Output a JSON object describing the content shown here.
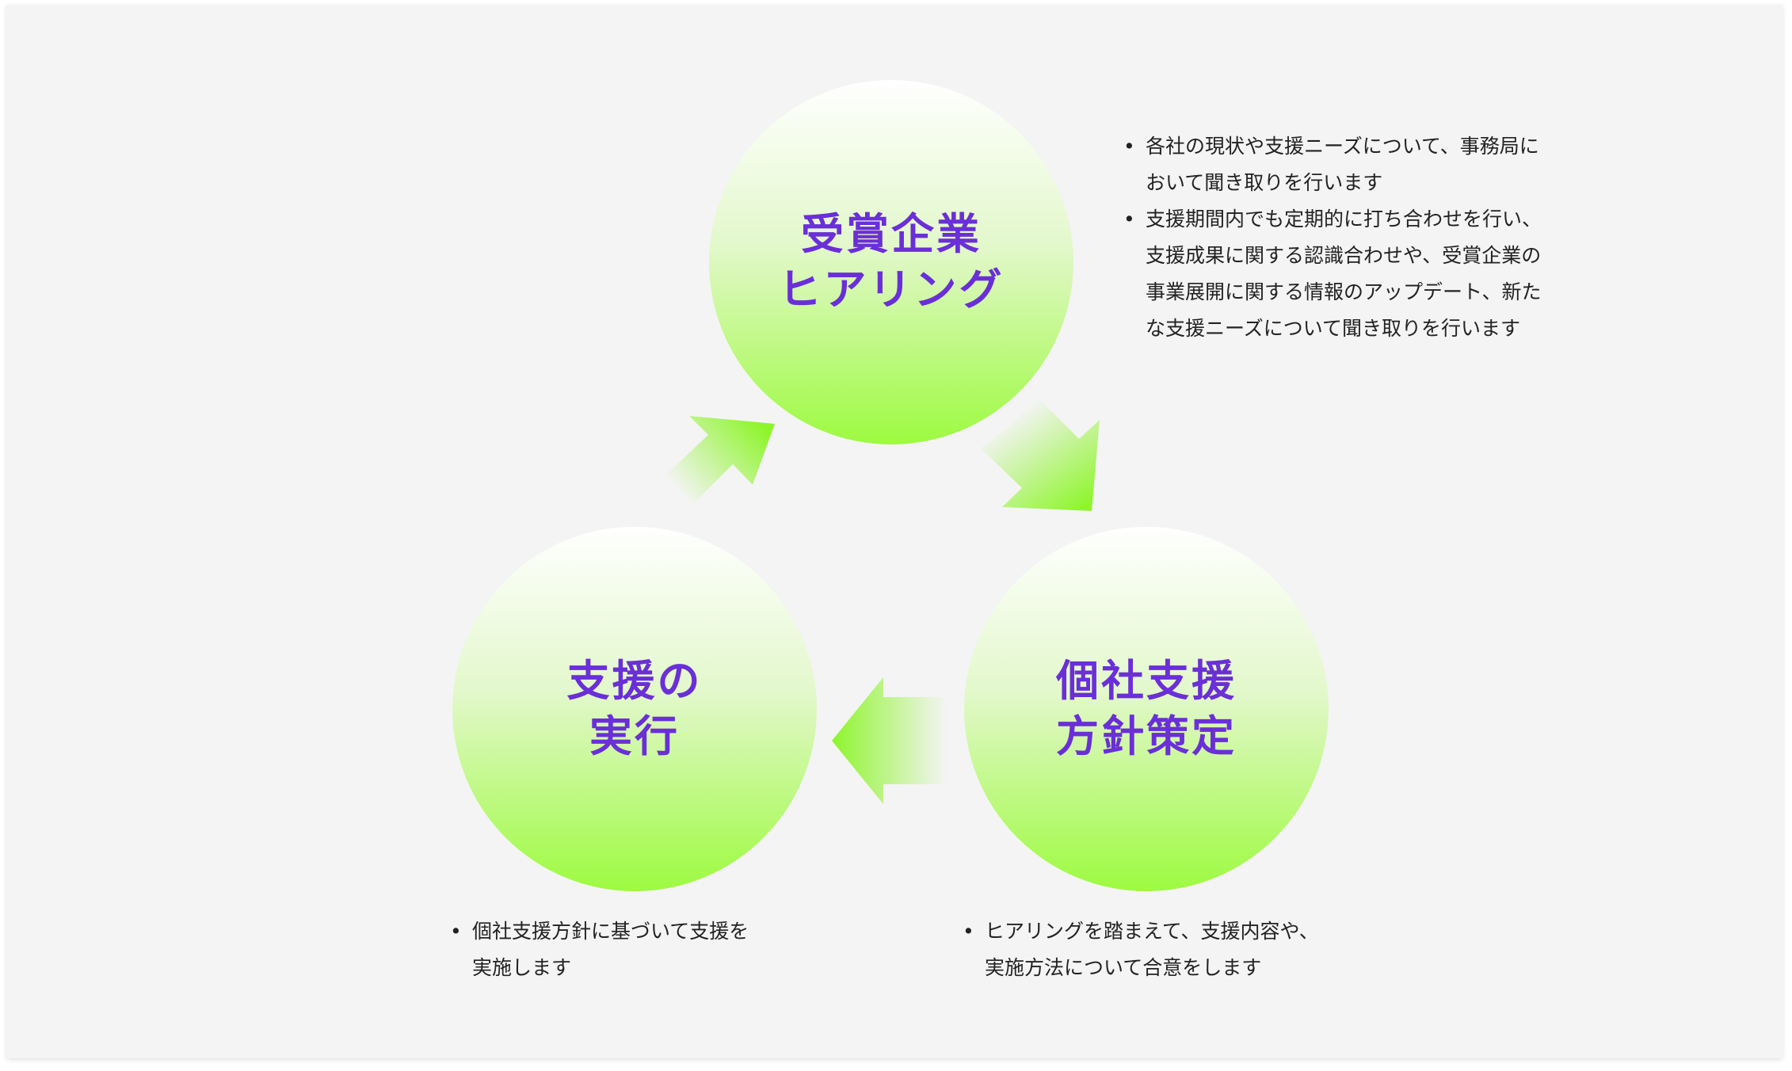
{
  "nodes": [
    {
      "id": "hearing",
      "title_lines": [
        "受賞企業",
        "ヒアリング"
      ],
      "notes": [
        "各社の現状や支援ニーズについて、事務局に\nおいて聞き取りを行います",
        "支援期間内でも定期的に打ち合わせを行い、\n支援成果に関する認識合わせや、受賞企業の\n事業展開に関する情報のアップデート、新た\nな支援ニーズについて聞き取りを行います"
      ]
    },
    {
      "id": "policy",
      "title_lines": [
        "個社支援",
        "方針策定"
      ],
      "notes": [
        "ヒアリングを踏まえて、支援内容や、\n実施方法について合意をします"
      ]
    },
    {
      "id": "execution",
      "title_lines": [
        "支援の",
        "実行"
      ],
      "notes": [
        "個社支援方針に基づいて支援を\n実施します"
      ]
    }
  ],
  "colors": {
    "title": "#6a2fd8",
    "circle_bottom": "#9dfa40",
    "arrow": "#8ef52c",
    "background": "#f4f4f4"
  }
}
